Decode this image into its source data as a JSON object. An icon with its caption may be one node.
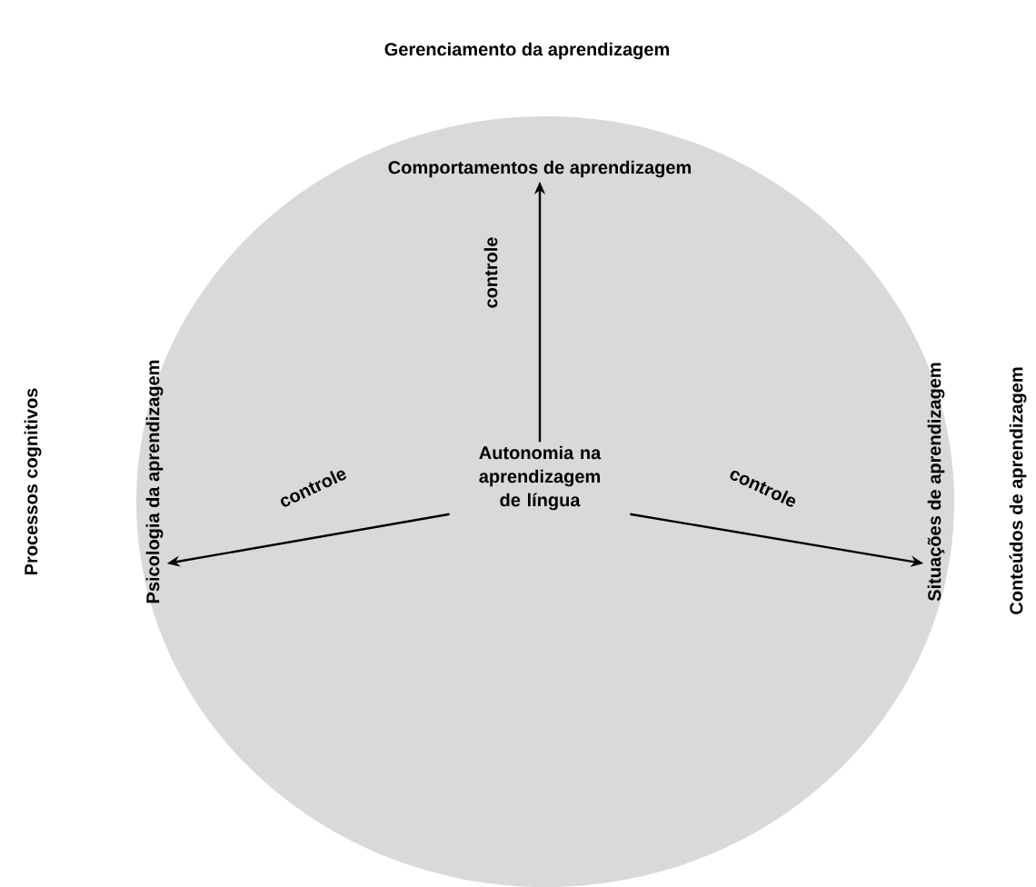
{
  "diagram": {
    "nodes": [
      {
        "text": [],
        "shape": "circle"
      },
      {
        "text": [
          "Autonomia na aprendizagem de língua"
        ],
        "in": 0
      },
      {
        "text": [
          "Comportamentos de aprendizagem"
        ],
        "in": 0
      },
      {
        "text": [
          "Psicologia da aprendizagem"
        ],
        "in": 0
      },
      {
        "text": [
          "Situações de aprendizagem"
        ],
        "in": 0
      }
    ],
    "edges": [
      {
        "from": 1,
        "to": 2,
        "arrow": "to",
        "label": "controle"
      },
      {
        "from": 1,
        "to": 3,
        "arrow": "to",
        "label": "controle"
      },
      {
        "from": 1,
        "to": 4,
        "arrow": "to",
        "label": "controle"
      }
    ],
    "labels": [
      "Gerenciamento da aprendizagem",
      "Processos cognitivos",
      "Conteúdos de aprendizagem"
    ]
  }
}
